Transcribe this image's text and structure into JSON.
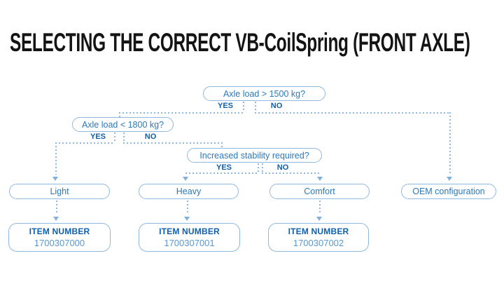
{
  "title": "SELECTING THE CORRECT VB-CoilSpring (FRONT AXLE)",
  "colors": {
    "line": "#8fb9df",
    "arrow": "#82b0db",
    "qtext": "#2b79bc",
    "bold": "#0f5fae",
    "num": "#5898d2",
    "title": "#141414",
    "bg": "#ffffff"
  },
  "flowchart": {
    "questions": [
      {
        "label": "Axle load > 1500 kg?",
        "yes": "YES",
        "no": "NO"
      },
      {
        "label": "Axle load < 1800 kg?",
        "yes": "YES",
        "no": "NO"
      },
      {
        "label": "Increased stability required?",
        "yes": "YES",
        "no": "NO"
      }
    ],
    "results": [
      {
        "label": "Light",
        "item_label": "ITEM NUMBER",
        "item_number": "1700307000"
      },
      {
        "label": "Heavy",
        "item_label": "ITEM NUMBER",
        "item_number": "1700307001"
      },
      {
        "label": "Comfort",
        "item_label": "ITEM NUMBER",
        "item_number": "1700307002"
      },
      {
        "label": "OEM configuration"
      }
    ]
  }
}
